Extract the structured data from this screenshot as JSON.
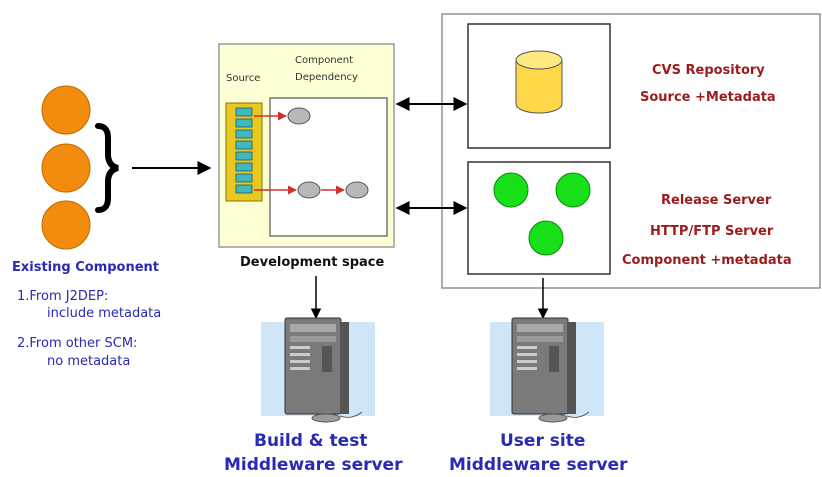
{
  "development": {
    "source_label": "Source",
    "component_label_line1": "Component",
    "component_label_line2": "Dependency",
    "title": "Development space"
  },
  "existing": {
    "title": "Existing Component",
    "note1_line1": "1.From J2DEP:",
    "note1_line2": "include metadata",
    "note2_line1": "2.From other SCM:",
    "note2_line2": "no metadata"
  },
  "cvs": {
    "line1": "CVS Repository",
    "line2": "Source +Metadata"
  },
  "release": {
    "line1": "Release Server",
    "line2": "HTTP/FTP Server",
    "line3": "Component +metadata"
  },
  "build_server": {
    "line1": "Build & test",
    "line2": "Middleware server"
  },
  "user_server": {
    "line1": "User site",
    "line2": "Middleware server"
  },
  "colors": {
    "orange": "#f28c0f",
    "green": "#18e018",
    "dev_fill": "#ffffd6",
    "source_fill": "#e8c820",
    "cylinder": "#ffd84a",
    "server_bg": "#cfe6f8",
    "label_blue": "#2a2ab3",
    "label_red": "#9b1c1c",
    "arrow_red": "#d03030"
  }
}
